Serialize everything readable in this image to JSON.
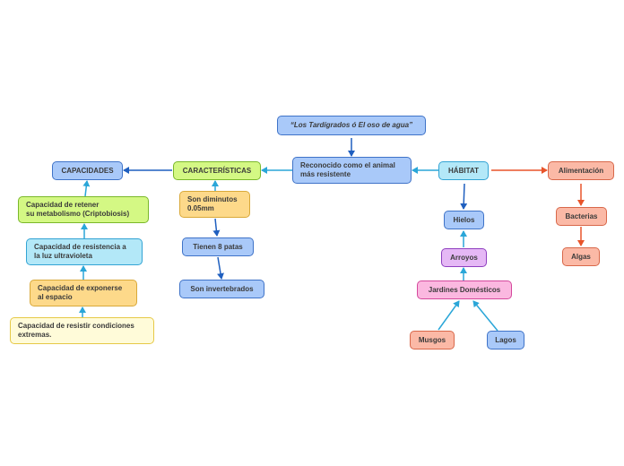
{
  "nodes": {
    "title": "“Los Tardígrados ó El oso de agua”",
    "central": "Reconocido como el animal\nmás resistente",
    "caracteristicas": "CARACTERÍSTICAS",
    "capacidades": "CAPACIDADES",
    "habitat": "HÁBITAT",
    "alimentacion": "Alimentación",
    "bacterias": "Bacterias",
    "algas": "Algas",
    "hielos": "Hielos",
    "arroyos": "Arroyos",
    "jardines": "Jardines Domésticos",
    "musgos": "Musgos",
    "lagos": "Lagos",
    "diminutos": "Son diminutos\n0.05mm",
    "patas": "Tienen 8 patas",
    "invertebrados": "Son invertebrados",
    "cap_metabolismo": "Capacidad de retener\nsu metabolismo (Criptobiosis)",
    "cap_luz": "Capacidad de resistencia a\nla luz ultravioleta",
    "cap_espacio": "Capacidad de exponerse\nal espacio",
    "cap_condiciones": "Capacidad de resistir condiciones\nextremas."
  },
  "colors": {
    "blue_line": "#1f5fbf",
    "cyan_line": "#2aa6d8",
    "orange_line": "#e8542a"
  }
}
